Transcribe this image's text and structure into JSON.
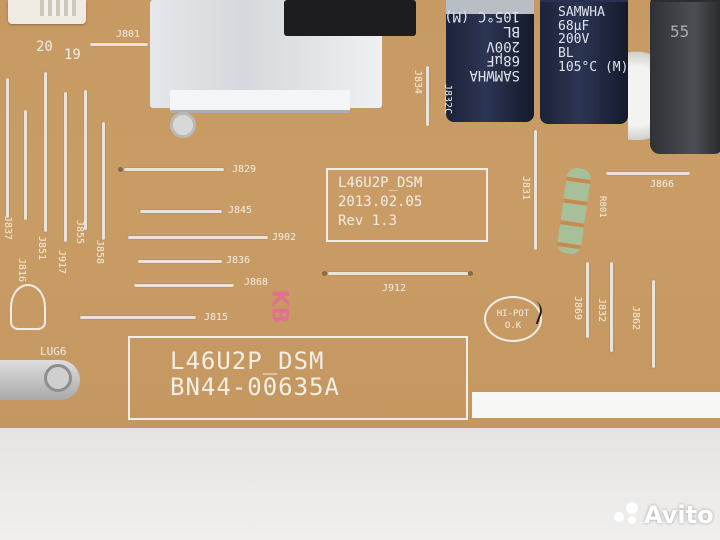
{
  "model_box": {
    "line1": "L46U2P_DSM",
    "line2": "2013.02.05",
    "line3": "Rev 1.3"
  },
  "part_box": {
    "line1": "L46U2P_DSM",
    "line2": "BN44-00635A"
  },
  "year_mark": {
    "left": "20",
    "right": "19"
  },
  "jumper_labels": {
    "j801": "J801",
    "j829": "J829",
    "j845": "J845",
    "j902": "J902",
    "j836": "J836",
    "j868": "J868",
    "j815": "J815",
    "j912": "J912",
    "j834": "J834",
    "j832c": "J832C",
    "j831": "J831",
    "j866": "J866",
    "j869": "J869",
    "j832": "J832",
    "j862": "J862",
    "j837": "J837",
    "j851": "J851",
    "j855": "J855",
    "j917": "J917",
    "j858": "J858",
    "j816": "J816"
  },
  "misc_labels": {
    "lug": "LUG6",
    "hipot_line1": "HI-POT",
    "hipot_line2": "O.K",
    "resistor": "R801",
    "kb": "KB"
  },
  "capacitor_left": {
    "brand": "SAMWHA",
    "line1": "68μF",
    "line2": "200V",
    "line3": "BL",
    "line4": "105°C (M)"
  },
  "capacitor_right": {
    "brand": "SAMWHA",
    "line1": "68μF",
    "line2": "200V",
    "line3": "BL",
    "line4": "105°C (M)"
  },
  "capacitor_edge": {
    "text": "55"
  },
  "watermark": {
    "text": "Avito"
  },
  "colors": {
    "pcb": "#c89a63",
    "silkscreen": "#f3eee6",
    "capacitor": "#1f2740"
  }
}
